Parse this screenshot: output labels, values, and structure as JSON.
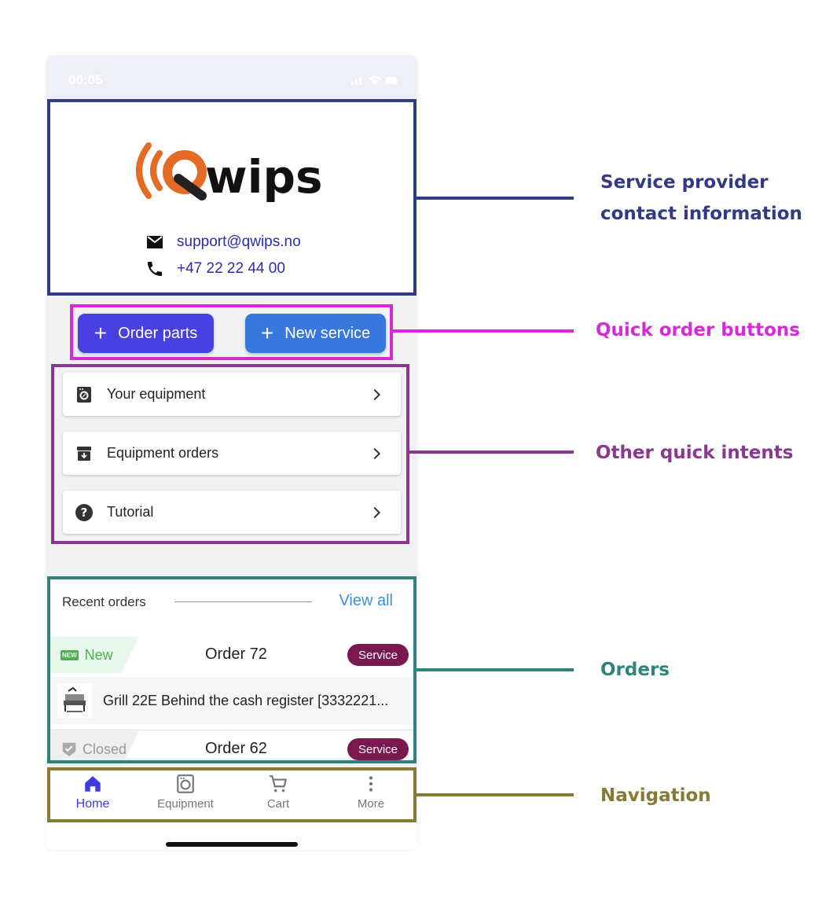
{
  "status_bar": {
    "time": "00:05"
  },
  "contact": {
    "logo_text": "Qwips",
    "email": "support@qwips.no",
    "phone": "+47 22 22 44 00"
  },
  "quick_buttons": {
    "order_parts": "Order parts",
    "new_service": "New service"
  },
  "intents": [
    {
      "label": "Your equipment",
      "icon": "washing-machine-icon"
    },
    {
      "label": "Equipment orders",
      "icon": "archive-box-icon"
    },
    {
      "label": "Tutorial",
      "icon": "help-circle-icon"
    }
  ],
  "recent_orders": {
    "label": "Recent orders",
    "view_all": "View all",
    "orders": [
      {
        "status": "New",
        "status_badge": "NEW",
        "title": "Order 72",
        "type": "Service",
        "item": "Grill 22E Behind the cash register [3332221..."
      },
      {
        "status": "Closed",
        "title": "Order 62",
        "type": "Service"
      }
    ]
  },
  "nav": [
    {
      "label": "Home",
      "icon": "home-icon",
      "active": true
    },
    {
      "label": "Equipment",
      "icon": "washing-machine-icon"
    },
    {
      "label": "Cart",
      "icon": "cart-icon"
    },
    {
      "label": "More",
      "icon": "more-vertical-icon"
    }
  ],
  "annotations": [
    {
      "label_line1": "Service provider",
      "label_line2": "contact information",
      "color": "#323a83"
    },
    {
      "label": "Quick order buttons",
      "color": "#d52ad8"
    },
    {
      "label": "Other quick intents",
      "color": "#8a3790"
    },
    {
      "label": "Orders",
      "color": "#30837a"
    },
    {
      "label": "Navigation",
      "color": "#877a36"
    }
  ]
}
